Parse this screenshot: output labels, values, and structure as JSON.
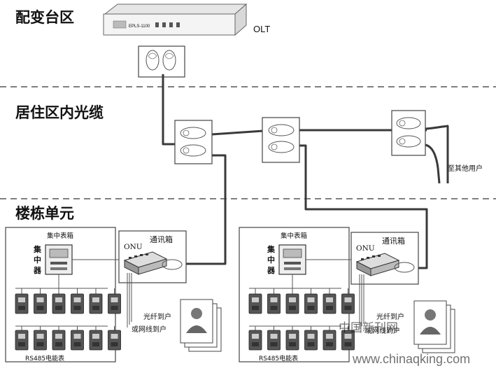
{
  "sections": {
    "distribution": "配变台区",
    "residential_cable": "居住区内光缆",
    "building": "楼栋单元"
  },
  "olt": {
    "label": "OLT",
    "device_text": "EPLS-1100"
  },
  "other_users": "至其他用户",
  "units": [
    {
      "meter_box": "集中表箱",
      "concentrator": [
        "集",
        "中",
        "器"
      ],
      "onu": "ONU",
      "comm_box": "通讯箱",
      "fiber_to_home": [
        "光纤到户",
        "或网线到户"
      ],
      "meters_label": "RS485电能表"
    },
    {
      "meter_box": "集中表箱",
      "concentrator": [
        "集",
        "中",
        "器"
      ],
      "onu": "ONU",
      "comm_box": "通讯箱",
      "fiber_to_home": [
        "光纤到户",
        "或网线到户"
      ],
      "meters_label": "RS485电能表"
    }
  ],
  "watermark": {
    "cn": "中国新刊网",
    "url": "www.chinaqking.com"
  }
}
